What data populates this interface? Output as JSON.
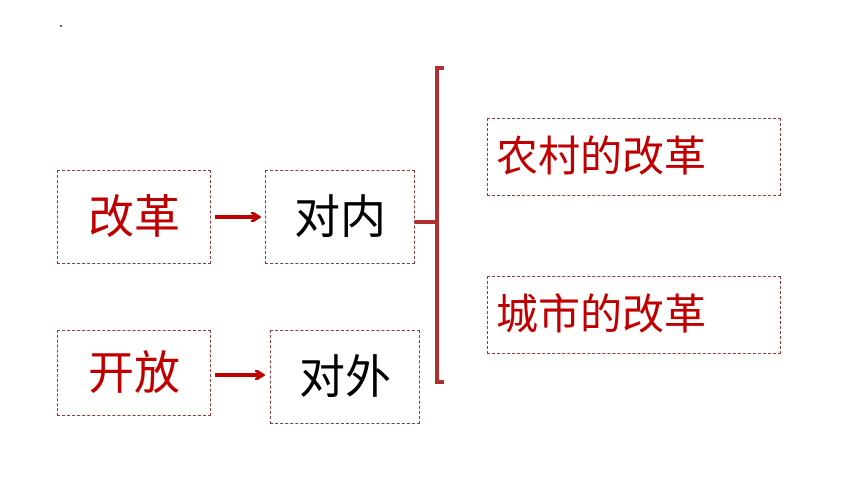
{
  "left_terms": {
    "reform": "改革",
    "open": "开放"
  },
  "middle_terms": {
    "internal": "对内",
    "external": "对外"
  },
  "right_terms": {
    "rural_reform": "农村的改革",
    "urban_reform": "城市的改革"
  },
  "colors": {
    "accent_red": "#c00000",
    "arrow_red": "#c00000",
    "bracket_red": "#b03030",
    "dashed_border": "#8f3a3a",
    "text_black": "#000000"
  }
}
